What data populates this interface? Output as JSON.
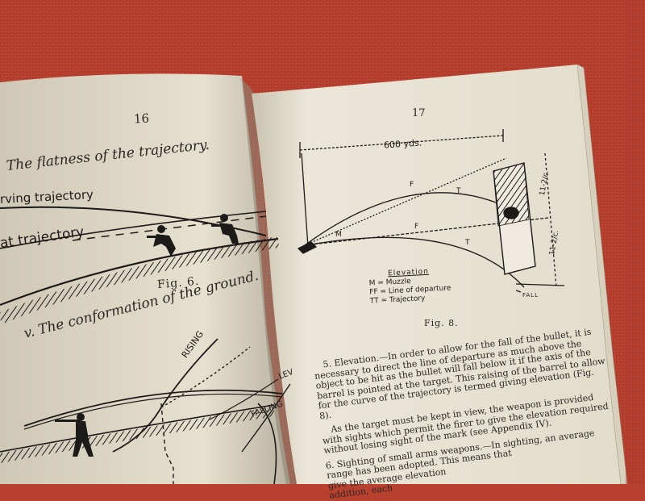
{
  "left_page": {
    "page_number": "16",
    "heading_flatness": "The flatness of the trajectory.",
    "label_curving": "rving trajectory",
    "label_flat": "at trajectory",
    "fig_caption": "Fig. 6.",
    "heading_conformation": "v. The conformation of the ground.",
    "label_rising": "RISING",
    "label_falling": "FALLING",
    "label_level": "LEV"
  },
  "right_page": {
    "page_number": "17",
    "figure": {
      "distance_label": "600 yds.",
      "label_f_upper": "F",
      "label_t_upper": "T",
      "label_f_lower": "F",
      "label_m": "M",
      "label_t_lower": "T",
      "drop_upper": "11-2/c.",
      "drop_lower": "11-2/c.",
      "fall_label": "FALL",
      "legend_title": "Elevation",
      "legend_items": [
        "M  = Muzzle",
        "FF = Line of departure",
        "TT = Trajectory"
      ],
      "caption": "Fig. 8."
    },
    "paragraph_5": "5. Elevation.—In order to allow for the fall of the bullet, it is necessary to direct the line of departure as much above the object to be hit as the bullet will fall below it if the axis of the barrel is pointed at the target. This raising of the barrel to allow for the curve of the trajectory is termed giving elevation (Fig. 8).",
    "paragraph_5b": "As the target must be kept in view, the weapon is provided with sights which permit the firer to give the elevation required without losing sight of the mark (see Appendix IV).",
    "paragraph_6_fragment": "6. Sighting of small arms weapons.—In sighting, an average",
    "paragraph_6_line2": "range has been adopted. This means that",
    "paragraph_6_line3": "give the average elevation",
    "paragraph_6_line4": "addition, each"
  },
  "colors": {
    "tablecloth": "#b8412f",
    "paper": "#e9e3d3",
    "ink": "#1d1b19"
  }
}
